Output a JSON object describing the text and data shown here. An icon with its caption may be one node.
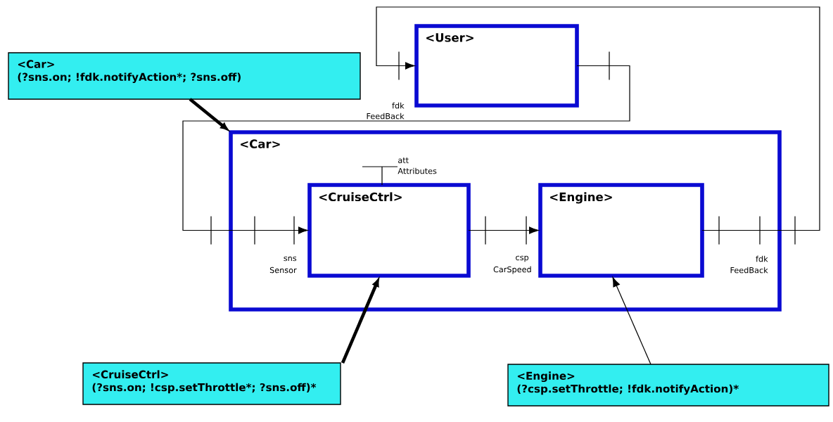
{
  "diagram": {
    "nodes": [
      {
        "text": [
          "<Car>",
          "(?sns.on; !fdk.notifyAction*; ?sns.off)"
        ]
      },
      {
        "text": [
          "<User>"
        ]
      },
      {
        "text": [
          "<Car>"
        ]
      },
      {
        "text": [
          "<CruiseCtrl>"
        ],
        "in": 2
      },
      {
        "text": [
          "<Engine>"
        ],
        "in": 2
      },
      {
        "text": [
          "<CruiseCtrl>",
          "(?sns.on; !csp.setThrottle*; ?sns.off)*"
        ]
      },
      {
        "text": [
          "<Engine>",
          "(?csp.setThrottle; !fdk.notifyAction)*"
        ]
      }
    ],
    "edges": [
      {
        "from": 0,
        "to": 2,
        "arrow": "to",
        "style": "thick"
      },
      {
        "from": 1,
        "to": 3,
        "arrow": "to"
      },
      {
        "from": 3,
        "to": 4,
        "arrow": "to"
      },
      {
        "from": 4,
        "to": 1,
        "arrow": "to"
      },
      {
        "from": 5,
        "to": 3,
        "arrow": "to",
        "style": "thick"
      },
      {
        "from": 6,
        "to": 4,
        "arrow": "to"
      }
    ],
    "labels": [
      "fdk",
      "FeedBack",
      "att",
      "Attributes",
      "sns",
      "Sensor",
      "csp",
      "CarSpeed",
      "fdk",
      "FeedBack"
    ]
  }
}
